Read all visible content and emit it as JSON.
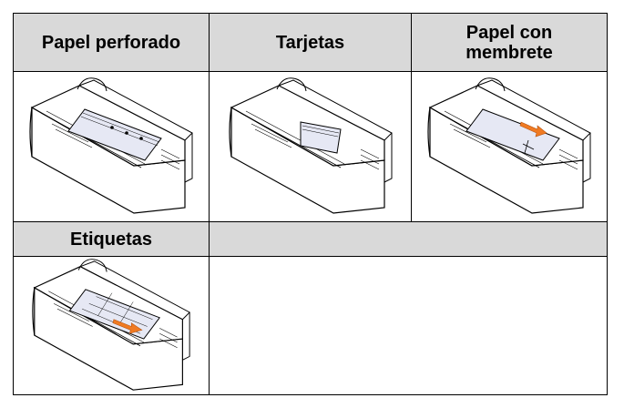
{
  "table": {
    "headers": [
      "Papel perforado",
      "Tarjetas",
      "Papel con membrete"
    ],
    "row2_header": "Etiquetas"
  },
  "figures": {
    "perforado": "paper-tray-punched-paper",
    "tarjetas": "paper-tray-cards",
    "membrete": "paper-tray-letterhead",
    "etiquetas": "paper-tray-labels"
  },
  "colors": {
    "header_bg": "#d9d9d9",
    "paper": "#e6e8f4",
    "arrow": "#f07a22"
  }
}
